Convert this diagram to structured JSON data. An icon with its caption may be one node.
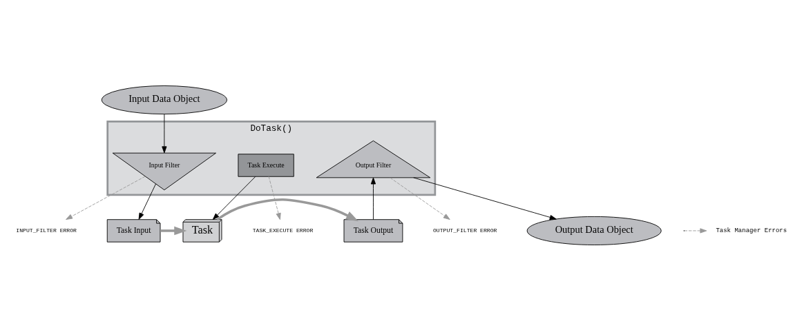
{
  "diagram": {
    "nodes": [
      {
        "text": [
          "DoTask()"
        ]
      },
      {
        "text": [
          "Input Data Object"
        ]
      },
      {
        "text": [
          "Input Filter"
        ],
        "in": 0
      },
      {
        "text": [
          "Task Execute"
        ],
        "in": 0
      },
      {
        "text": [
          "Output Filter"
        ],
        "in": 0
      },
      {
        "text": [
          "Output Data Object"
        ]
      },
      {
        "text": [
          "INPUT_FILTER ERROR"
        ]
      },
      {
        "text": [
          "TASK_EXECUTE ERROR"
        ]
      },
      {
        "text": [
          "OUTPUT_FILTER ERROR"
        ]
      },
      {
        "text": [
          "Task Input"
        ]
      },
      {
        "text": [
          "Task"
        ]
      },
      {
        "text": [
          "Task Output"
        ]
      }
    ],
    "edges": [
      {
        "from": 1,
        "to": 2,
        "arrow": "to"
      },
      {
        "from": 2,
        "to": 6,
        "arrow": "to",
        "style": "dashed",
        "color": "#999999"
      },
      {
        "from": 3,
        "to": 7,
        "arrow": "to",
        "style": "dashed",
        "color": "#999999"
      },
      {
        "from": 4,
        "to": 8,
        "arrow": "to",
        "style": "dashed",
        "color": "#999999"
      },
      {
        "from": 4,
        "to": 5,
        "arrow": "to"
      },
      {
        "from": 2,
        "to": 9,
        "arrow": "to"
      },
      {
        "from": 3,
        "to": 10,
        "arrow": "to"
      },
      {
        "from": 11,
        "to": 4,
        "arrow": "to"
      },
      {
        "from": 9,
        "to": 10,
        "arrow": "to",
        "style": "thick",
        "color": "#999999"
      },
      {
        "from": 10,
        "to": 11,
        "arrow": "to",
        "style": "thick",
        "color": "#999999"
      }
    ],
    "legend": [
      {
        "text": "Task Manager Errors"
      }
    ]
  }
}
